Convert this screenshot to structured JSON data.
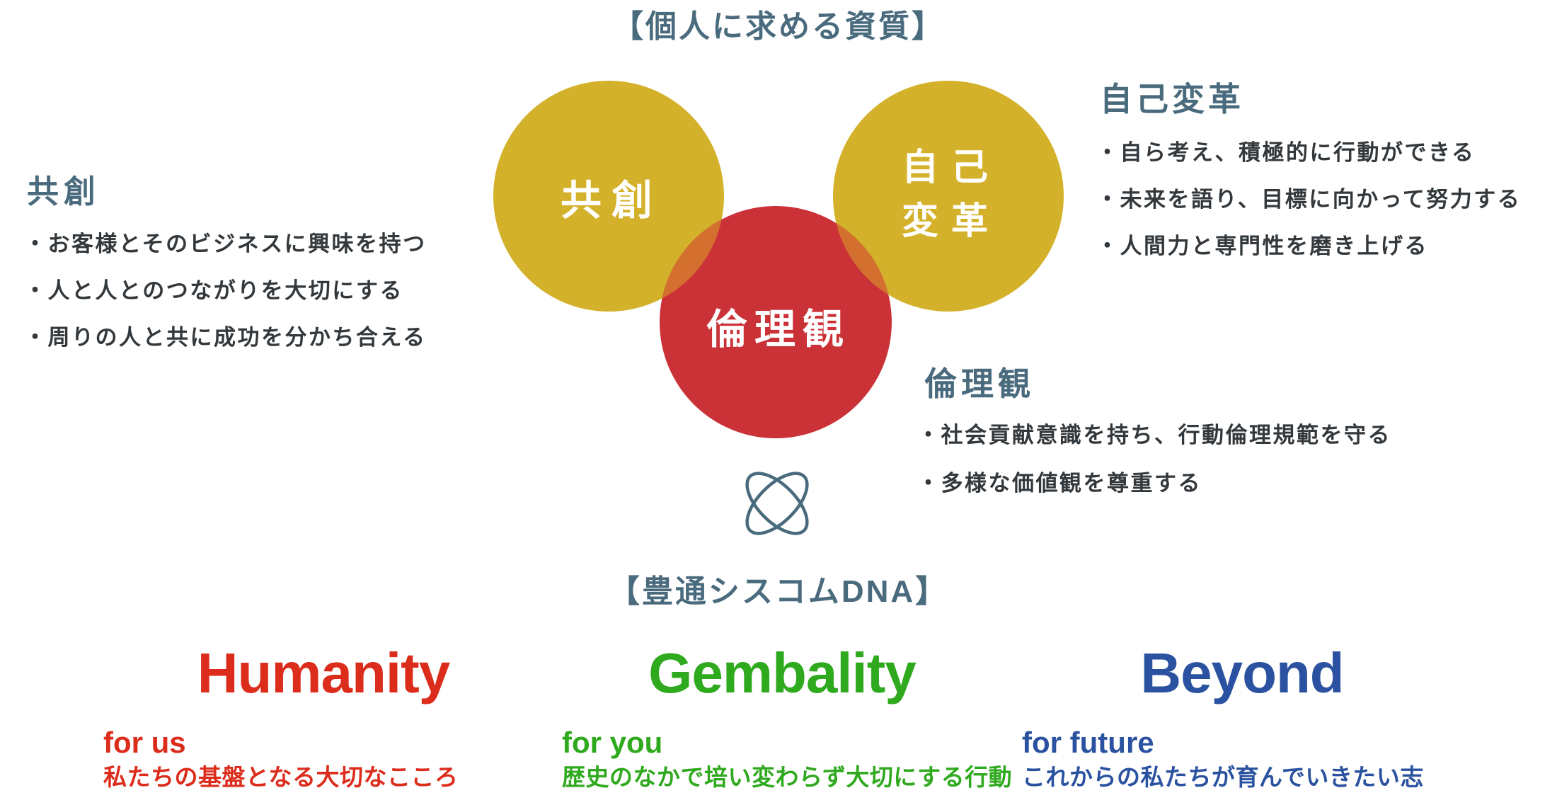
{
  "titles": {
    "top": "【個人に求める資質】",
    "bottom": "【豊通シスコムDNA】"
  },
  "venn": {
    "left_circle": {
      "label": "共創",
      "color": "#d4b12a"
    },
    "right_circle": {
      "label_line1": "自己",
      "label_line2": "変革",
      "color": "#d4b12a"
    },
    "center_circle": {
      "label": "倫理観",
      "color": "#ca3237"
    },
    "overlap_color": "#d4702f"
  },
  "sections": {
    "kyoso": {
      "heading": "共創",
      "bullets": [
        "・お客様とそのビジネスに興味を持つ",
        "・人と人とのつながりを大切にする",
        "・周りの人と共に成功を分かち合える"
      ]
    },
    "jiko_henkaku": {
      "heading": "自己変革",
      "bullets": [
        "・自ら考え、積極的に行動ができる",
        "・未来を語り、目標に向かって努力する",
        "・人間力と専門性を磨き上げる"
      ]
    },
    "rinrikan": {
      "heading": "倫理観",
      "bullets": [
        "・社会貢献意識を持ち、行動倫理規範を守る",
        "・多様な価値観を尊重する"
      ]
    }
  },
  "dna_values": [
    {
      "title": "Humanity",
      "tagline": "for us",
      "description": "私たちの基盤となる大切なこころ",
      "color": "#dc2d1c"
    },
    {
      "title": "Gembality",
      "tagline": "for you",
      "description": "歴史のなかで培い変わらず大切にする行動",
      "color": "#2fa91e"
    },
    {
      "title": "Beyond",
      "tagline": "for future",
      "description": "これからの私たちが育んでいきたい志",
      "color": "#2a52a0"
    }
  ],
  "icons": {
    "dna_symbol": "atom-icon",
    "color": "#4a6b7d"
  },
  "colors": {
    "heading_slate": "#4a6b7d",
    "body_text": "#33383c",
    "background": "#ffffff"
  }
}
